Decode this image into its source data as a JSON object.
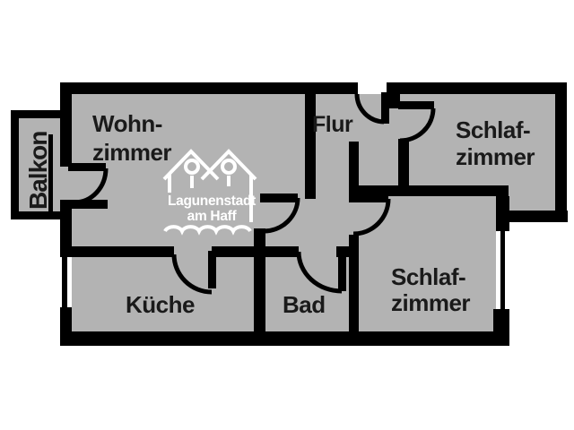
{
  "document": {
    "type": "apartment floor plan"
  },
  "colors": {
    "wall": "#000000",
    "floor": "#b3b3b3",
    "page_background": "#ffffff",
    "label_text": "#1a1a1a",
    "logo": "#ffffff"
  },
  "rooms": {
    "balkon": {
      "label": "Balkon"
    },
    "wohnzimmer": {
      "line1": "Wohn-",
      "line2": "zimmer"
    },
    "flur": {
      "label": "Flur"
    },
    "schlafzimmer_top": {
      "line1": "Schlaf-",
      "line2": "zimmer"
    },
    "kueche": {
      "label": "Küche"
    },
    "bad": {
      "label": "Bad"
    },
    "schlafzimmer_bottom": {
      "line1": "Schlaf-",
      "line2": "zimmer"
    }
  },
  "logo": {
    "line1": "Lagunenstadt",
    "line2": "am Haff"
  }
}
